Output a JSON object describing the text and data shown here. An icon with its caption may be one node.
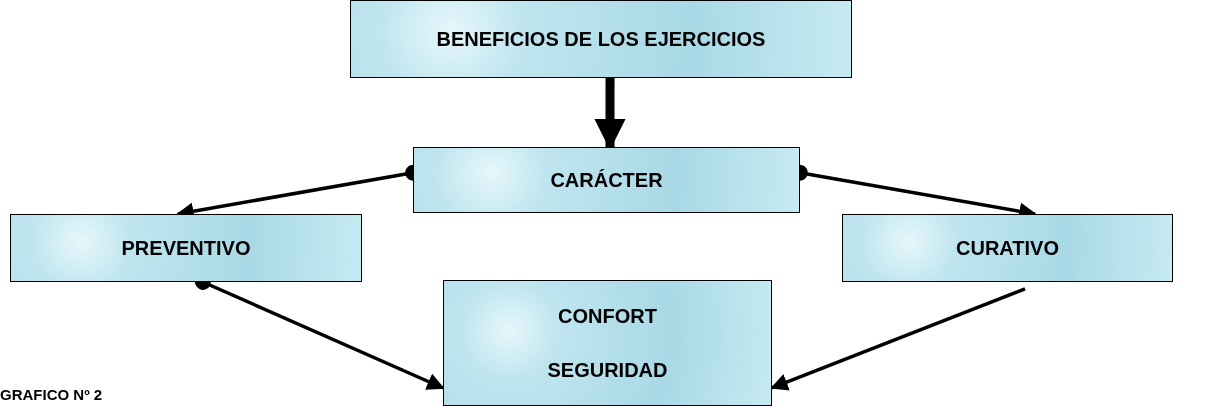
{
  "diagram": {
    "nodes": [
      {
        "text": [
          "BENEFICIOS DE LOS EJERCICIOS"
        ]
      },
      {
        "text": [
          "CARÁCTER"
        ]
      },
      {
        "text": [
          "PREVENTIVO"
        ]
      },
      {
        "text": [
          "CURATIVO"
        ]
      },
      {
        "text": [
          "CONFORT",
          "SEGURIDAD"
        ]
      }
    ],
    "edges": [
      {
        "from": 0,
        "to": 1,
        "arrow": "to",
        "style": "thick"
      },
      {
        "from": 1,
        "to": 2,
        "arrow": "to"
      },
      {
        "from": 1,
        "to": 3,
        "arrow": "to"
      },
      {
        "from": 2,
        "to": 4,
        "arrow": "to"
      },
      {
        "from": 3,
        "to": 4,
        "arrow": "to"
      }
    ],
    "labels": [
      "GRAFICO Nº 2"
    ]
  }
}
